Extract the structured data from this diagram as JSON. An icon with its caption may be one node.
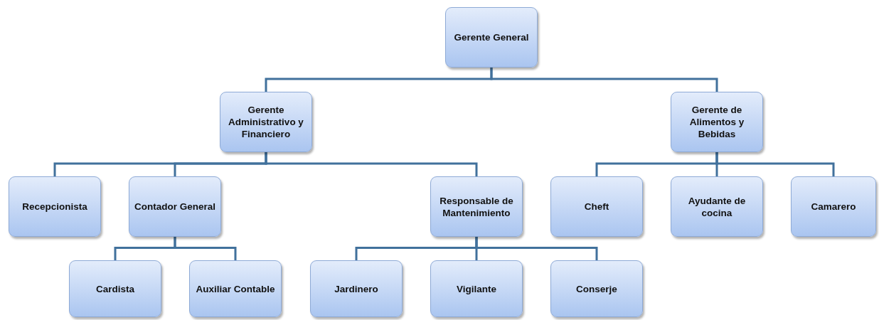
{
  "diagram": {
    "nodes": [
      {
        "text": [
          "Gerente General"
        ]
      },
      {
        "text": [
          "Gerente Administrativo y Financiero"
        ]
      },
      {
        "text": [
          "Gerente de Alimentos y Bebidas"
        ]
      },
      {
        "text": [
          "Recepcionista"
        ]
      },
      {
        "text": [
          "Contador General"
        ]
      },
      {
        "text": [
          "Responsable de Mantenimiento"
        ]
      },
      {
        "text": [
          "Cheft"
        ]
      },
      {
        "text": [
          "Ayudante de cocina"
        ]
      },
      {
        "text": [
          "Camarero"
        ]
      },
      {
        "text": [
          "Cardista"
        ]
      },
      {
        "text": [
          "Auxiliar Contable"
        ]
      },
      {
        "text": [
          "Jardinero"
        ]
      },
      {
        "text": [
          "Vigilante"
        ]
      },
      {
        "text": [
          "Conserje"
        ]
      }
    ],
    "edges": [
      {
        "from": 0,
        "to": 1,
        "arrow": "none"
      },
      {
        "from": 0,
        "to": 2,
        "arrow": "none"
      },
      {
        "from": 1,
        "to": 3,
        "arrow": "none"
      },
      {
        "from": 1,
        "to": 4,
        "arrow": "none"
      },
      {
        "from": 1,
        "to": 5,
        "arrow": "none"
      },
      {
        "from": 2,
        "to": 6,
        "arrow": "none"
      },
      {
        "from": 2,
        "to": 7,
        "arrow": "none"
      },
      {
        "from": 2,
        "to": 8,
        "arrow": "none"
      },
      {
        "from": 4,
        "to": 9,
        "arrow": "none"
      },
      {
        "from": 4,
        "to": 10,
        "arrow": "none"
      },
      {
        "from": 5,
        "to": 11,
        "arrow": "none"
      },
      {
        "from": 5,
        "to": 12,
        "arrow": "none"
      },
      {
        "from": 5,
        "to": 13,
        "arrow": "none"
      }
    ]
  }
}
